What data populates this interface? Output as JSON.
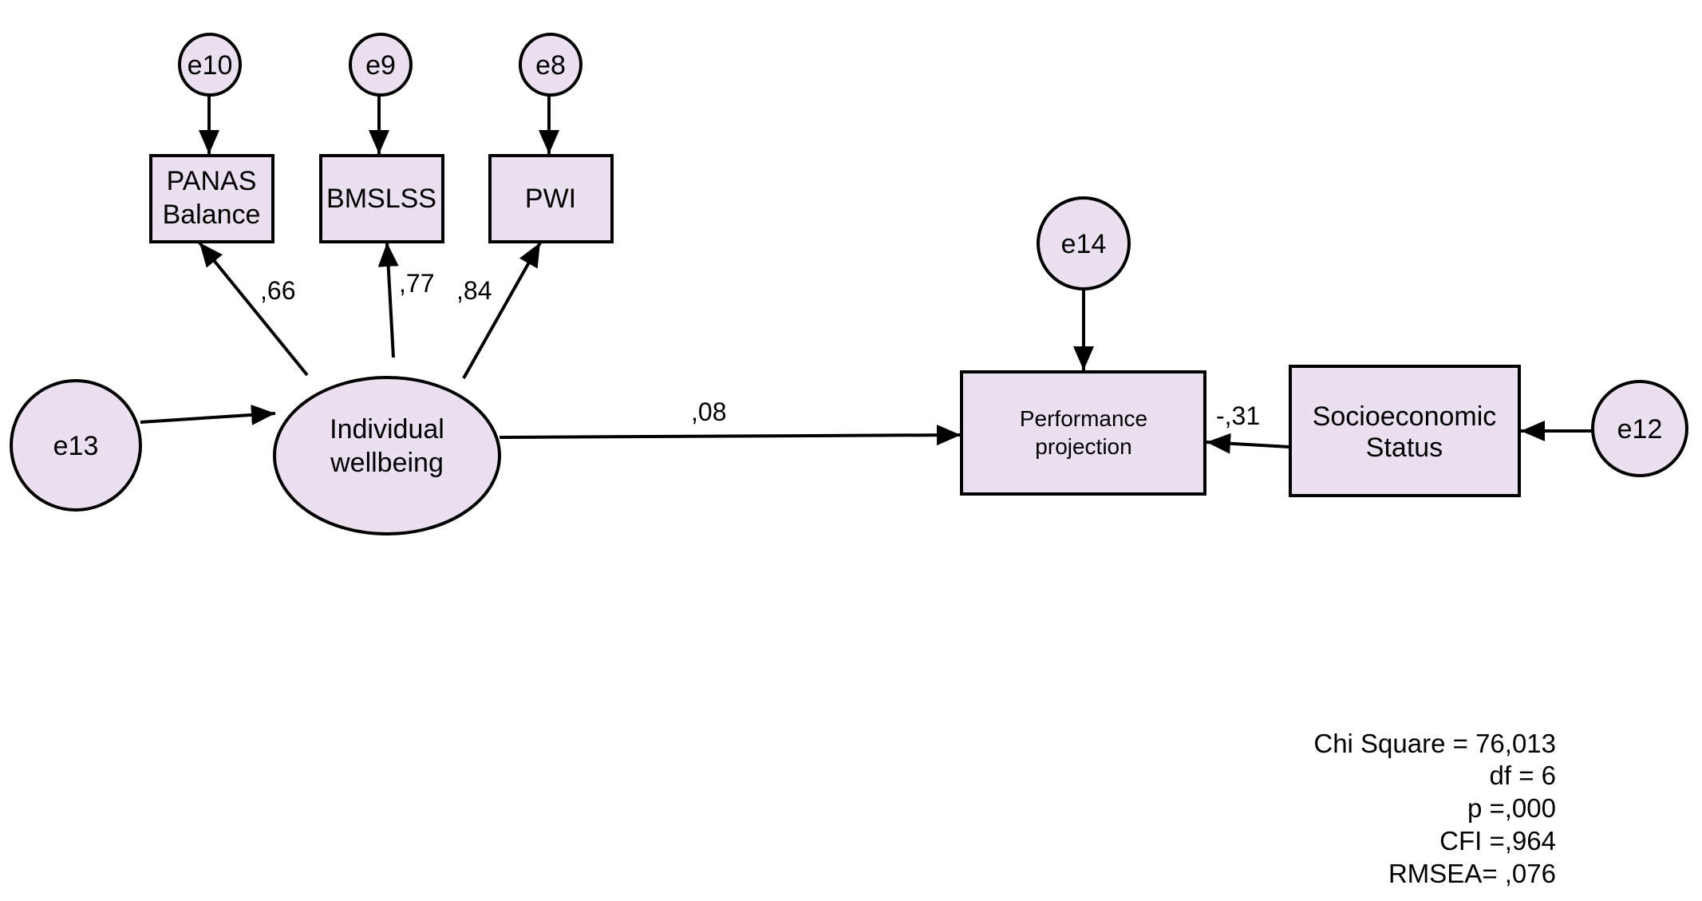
{
  "nodes": {
    "e10": "e10",
    "e9": "e9",
    "e8": "e8",
    "panas_l1": "PANAS",
    "panas_l2": "Balance",
    "bmslss": "BMSLSS",
    "pwi": "PWI",
    "e14": "e14",
    "e13": "e13",
    "iw_l1": "Individual",
    "iw_l2": "wellbeing",
    "perf_l1": "Performance",
    "perf_l2": "projection",
    "ses_l1": "Socioeconomic",
    "ses_l2": "Status",
    "e12": "e12"
  },
  "coefficients": {
    "panas": ",66",
    "bmslss": ",77",
    "pwi": ",84",
    "iw_perf": ",08",
    "ses_perf": "-,31"
  },
  "fit_stats": {
    "chi": "Chi Square = 76,013",
    "df": "df = 6",
    "p": "p =,000",
    "cfi": "CFI =,964",
    "rmsea": "RMSEA= ,076"
  },
  "colors": {
    "fill": "#ebe0f0",
    "stroke": "#000000"
  }
}
